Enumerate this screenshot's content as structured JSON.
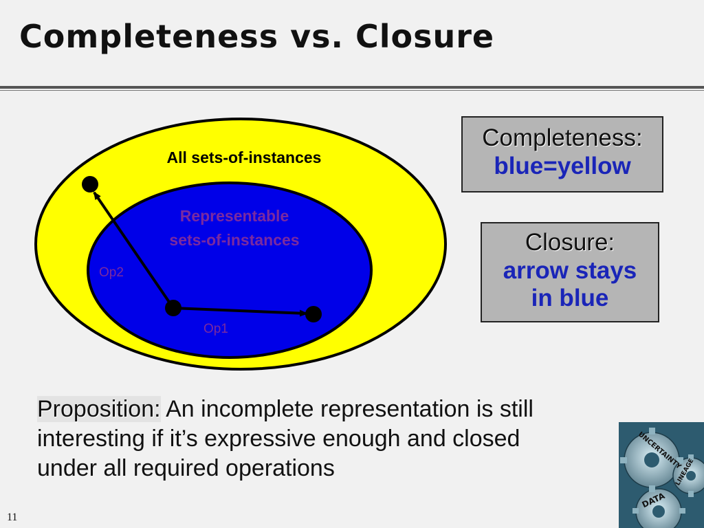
{
  "title": "Completeness vs. Closure",
  "diagram": {
    "outer_label": "All sets-of-instances",
    "inner_label_line1": "Representable",
    "inner_label_line2": "sets-of-instances",
    "op1_label": "Op1",
    "op2_label": "Op2",
    "colors": {
      "outer": "#ffff00",
      "inner": "#0000e8",
      "inner_text": "#7a2aa0",
      "outline": "#000000"
    }
  },
  "completeness_box": {
    "heading": "Completeness:",
    "body": "blue=yellow"
  },
  "closure_box": {
    "heading": "Closure:",
    "body_line1": "arrow stays",
    "body_line2": "in blue"
  },
  "proposition": {
    "lead": "Proposition:",
    "text": "An incomplete representation is still interesting if it’s expressive enough and closed under all required operations"
  },
  "logo": {
    "words": [
      "UNCERTAINTY",
      "LINEAGE",
      "DATA"
    ]
  },
  "slide_number": "11"
}
